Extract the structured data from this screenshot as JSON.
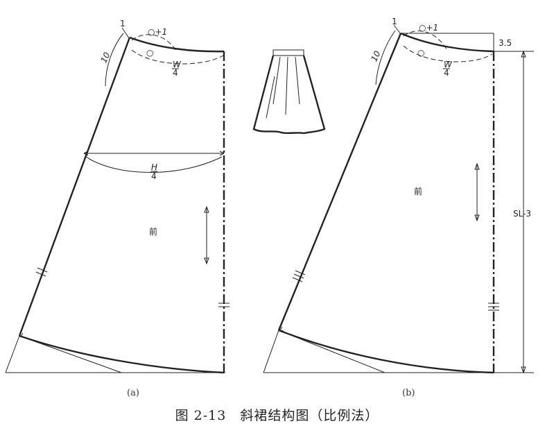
{
  "caption": "图 2-13　斜裙结构图（比例法）",
  "panel_a": {
    "sublabel": "(a)",
    "front_label": "前",
    "hem_slope_label": "1",
    "side_length_label": "10",
    "waist_circle_label": "○+1",
    "waist_circle_small": "○",
    "waist_fraction_num": "W",
    "waist_fraction_den": "4",
    "hip_fraction_num": "H",
    "hip_fraction_den": "4"
  },
  "panel_b": {
    "sublabel": "(b)",
    "front_label": "前",
    "hem_slope_label": "1",
    "side_length_label": "10",
    "waist_circle_label": "○+1",
    "waist_circle_small": "○",
    "waist_fraction_num": "W",
    "waist_fraction_den": "4",
    "rise_label": "3.5",
    "length_label": "SL-3"
  }
}
